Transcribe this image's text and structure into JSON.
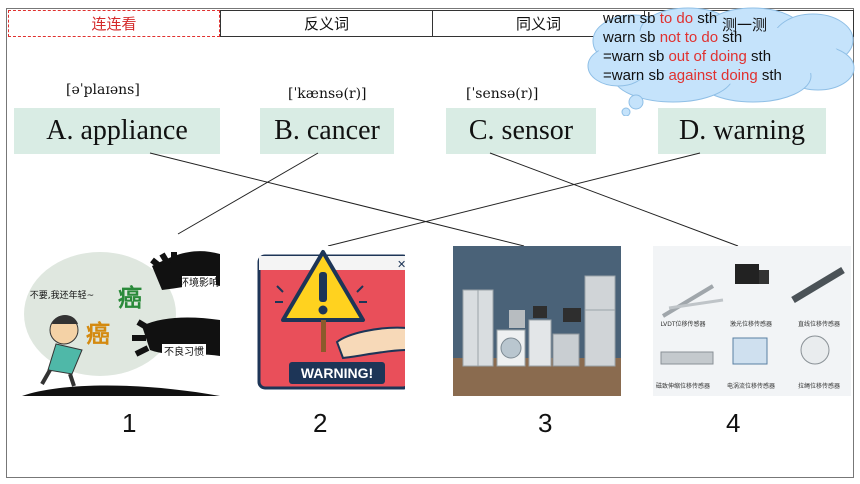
{
  "tabs": [
    {
      "label": "连连看",
      "active": true
    },
    {
      "label": "反义词",
      "active": false
    },
    {
      "label": "同义词",
      "active": false
    },
    {
      "label": "测一测",
      "active": false
    }
  ],
  "notes": {
    "line1": {
      "a": "warn sb ",
      "b": "to do",
      "c": " sth"
    },
    "line2": {
      "a": "warn sb ",
      "b": "not to do",
      "c": " sth"
    },
    "line3": {
      "a": "=warn sb ",
      "b": "out of doing",
      "c": " sth"
    },
    "line4": {
      "a": "=warn sb ",
      "b": "against doing",
      "c": " sth"
    }
  },
  "words": [
    {
      "phonetic": "[əˈplaɪəns]",
      "label": "A. appliance"
    },
    {
      "phonetic": "[ˈkænsə(r)]",
      "label": "B. cancer"
    },
    {
      "phonetic": "[ˈsensə(r)]",
      "label": "C. sensor"
    },
    {
      "phonetic": "",
      "label": "D. warning"
    }
  ],
  "pictures": [
    {
      "number": "1",
      "caption_1": "不要,我还年轻~",
      "caption_2": "环境影响",
      "caption_3": "不良习惯",
      "glyph": "癌"
    },
    {
      "number": "2",
      "sign_text": "WARNING!"
    },
    {
      "number": "3"
    },
    {
      "number": "4",
      "brand": "",
      "items": [
        "LVDT位移传感器",
        "激光位移传感器",
        "直线位移传感器",
        "磁致伸缩位移传感器",
        "电涡流位移传感器",
        "拉绳位移传感器"
      ]
    }
  ],
  "colors": {
    "accent_red": "#e0312f",
    "word_bg": "#d9ece4",
    "bubble": "#c5e3fb"
  },
  "matches": [
    [
      "A",
      "3"
    ],
    [
      "B",
      "1"
    ],
    [
      "C",
      "4"
    ],
    [
      "D",
      "2"
    ]
  ]
}
